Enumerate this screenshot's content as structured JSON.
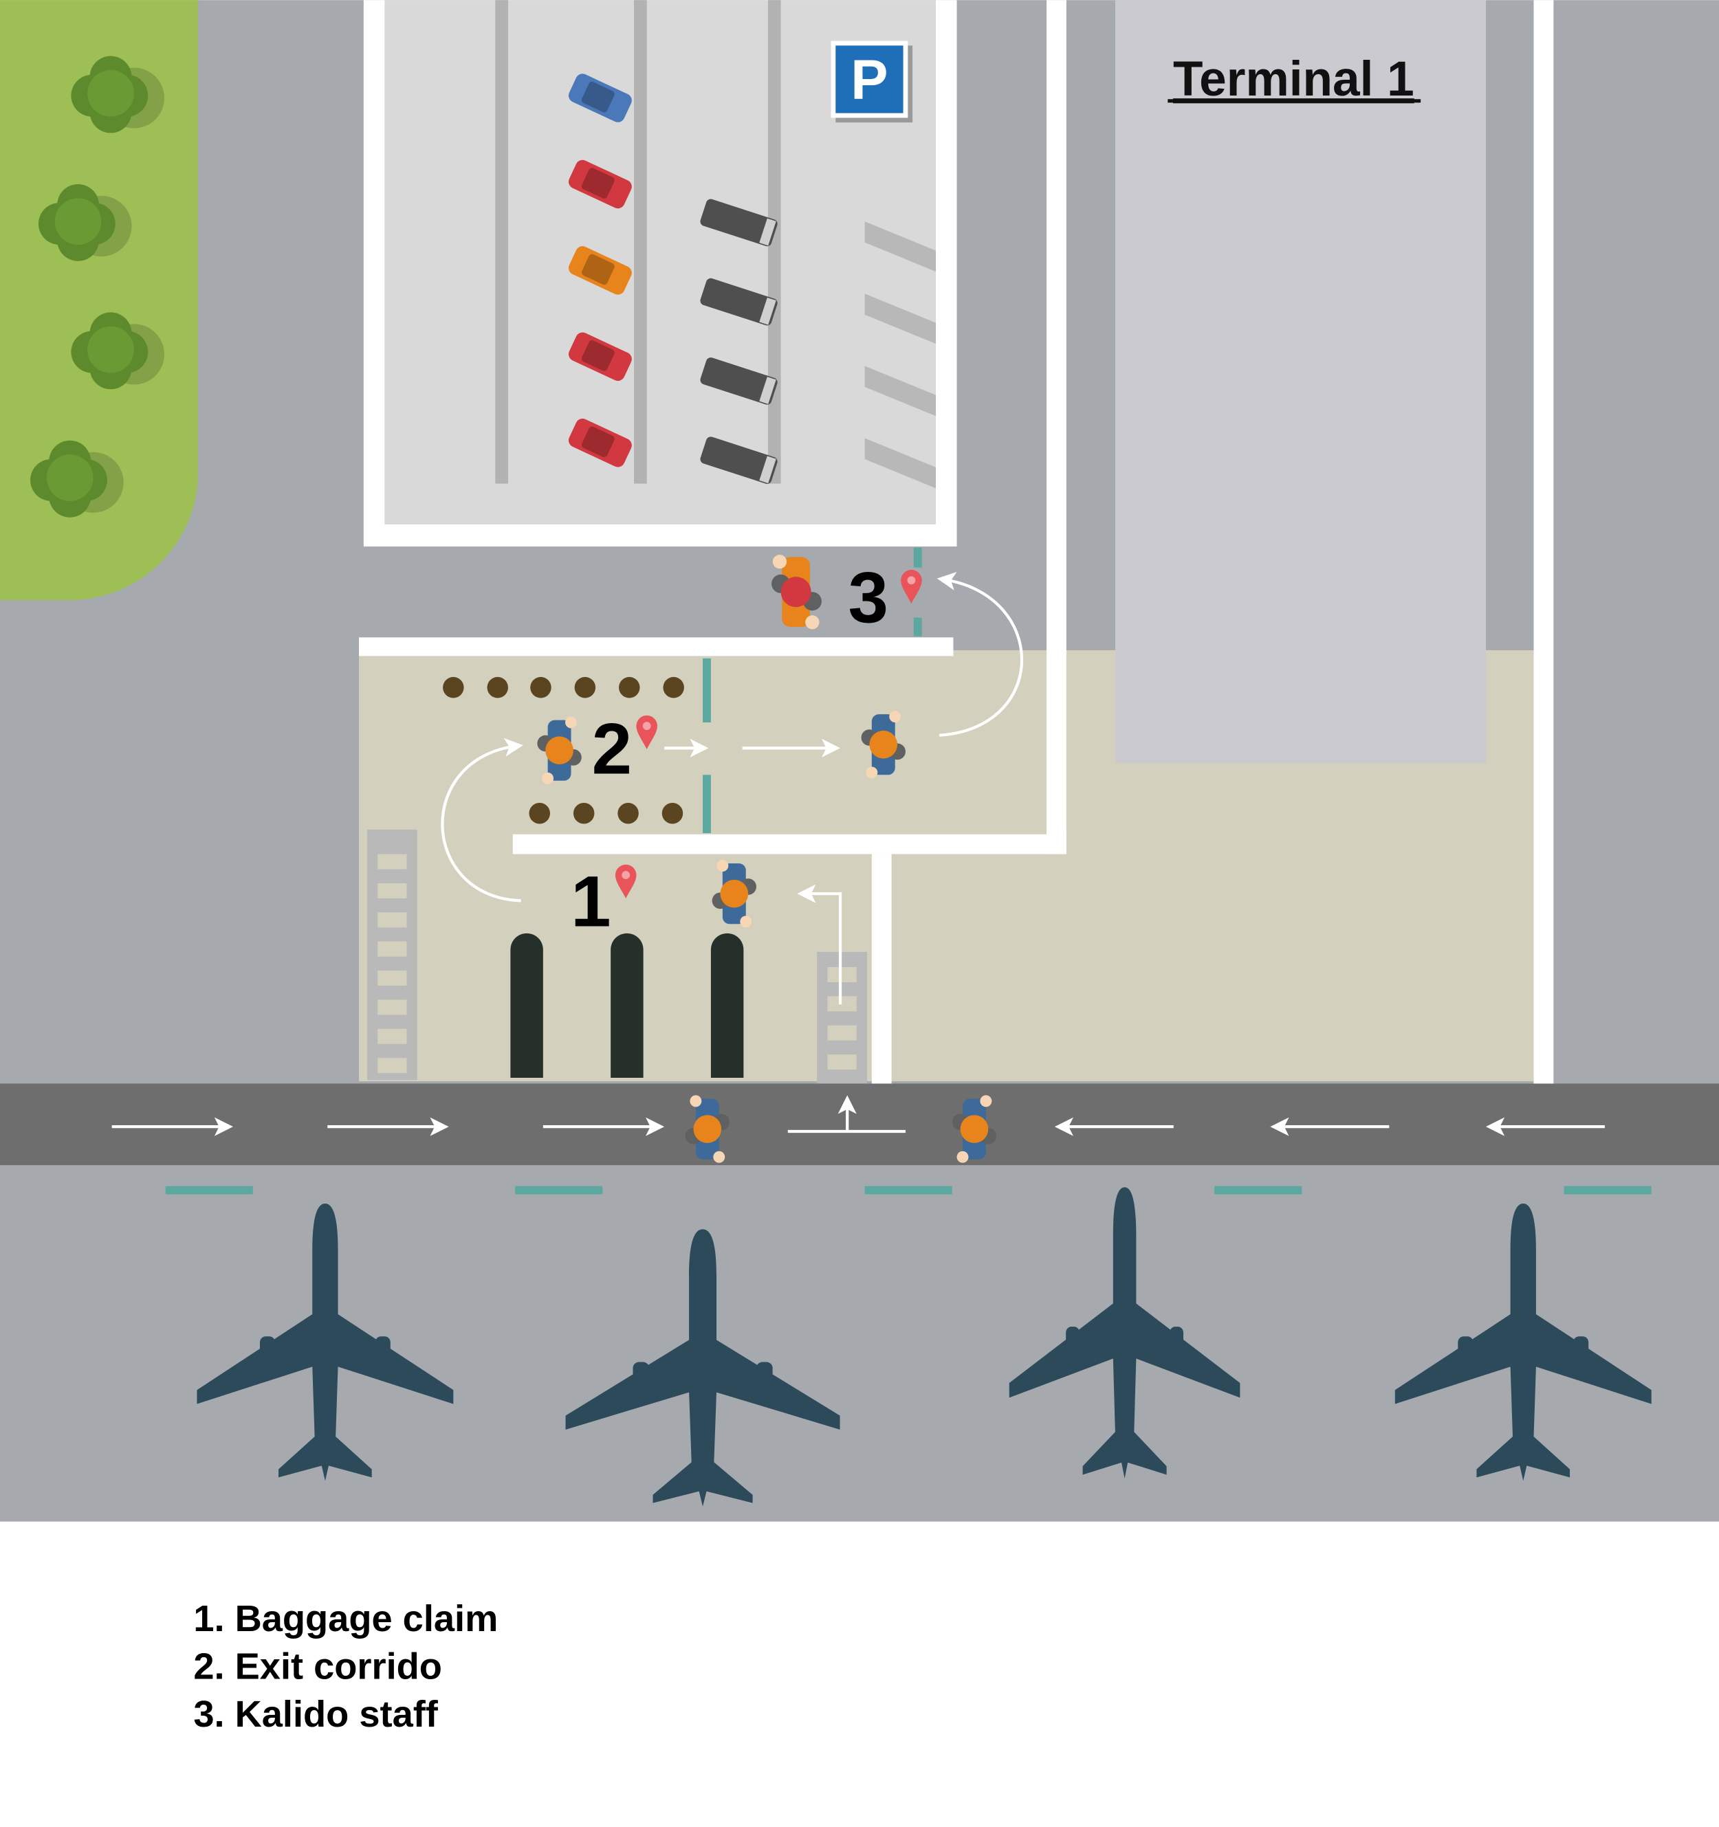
{
  "map": {
    "terminal_label": "Terminal 1",
    "parking_sign": "P",
    "markers": [
      {
        "number": "1",
        "label": "Baggage claim"
      },
      {
        "number": "2",
        "label": "Exit corrido"
      },
      {
        "number": "3",
        "label": "Kalido staff"
      }
    ]
  },
  "legend": {
    "items": [
      "1. Baggage claim",
      "2. Exit corrido",
      "3. Kalido staff"
    ]
  },
  "colors": {
    "ground": "#a6a9ad",
    "grass": "#9dbf55",
    "parking": "#d9d9d9",
    "terminal": "#cacad0",
    "hall": "#d3d0bd",
    "road": "#6e6e6e",
    "plane": "#2c4a5a",
    "teal": "#5aa8a0",
    "pin": "#e8545a"
  }
}
